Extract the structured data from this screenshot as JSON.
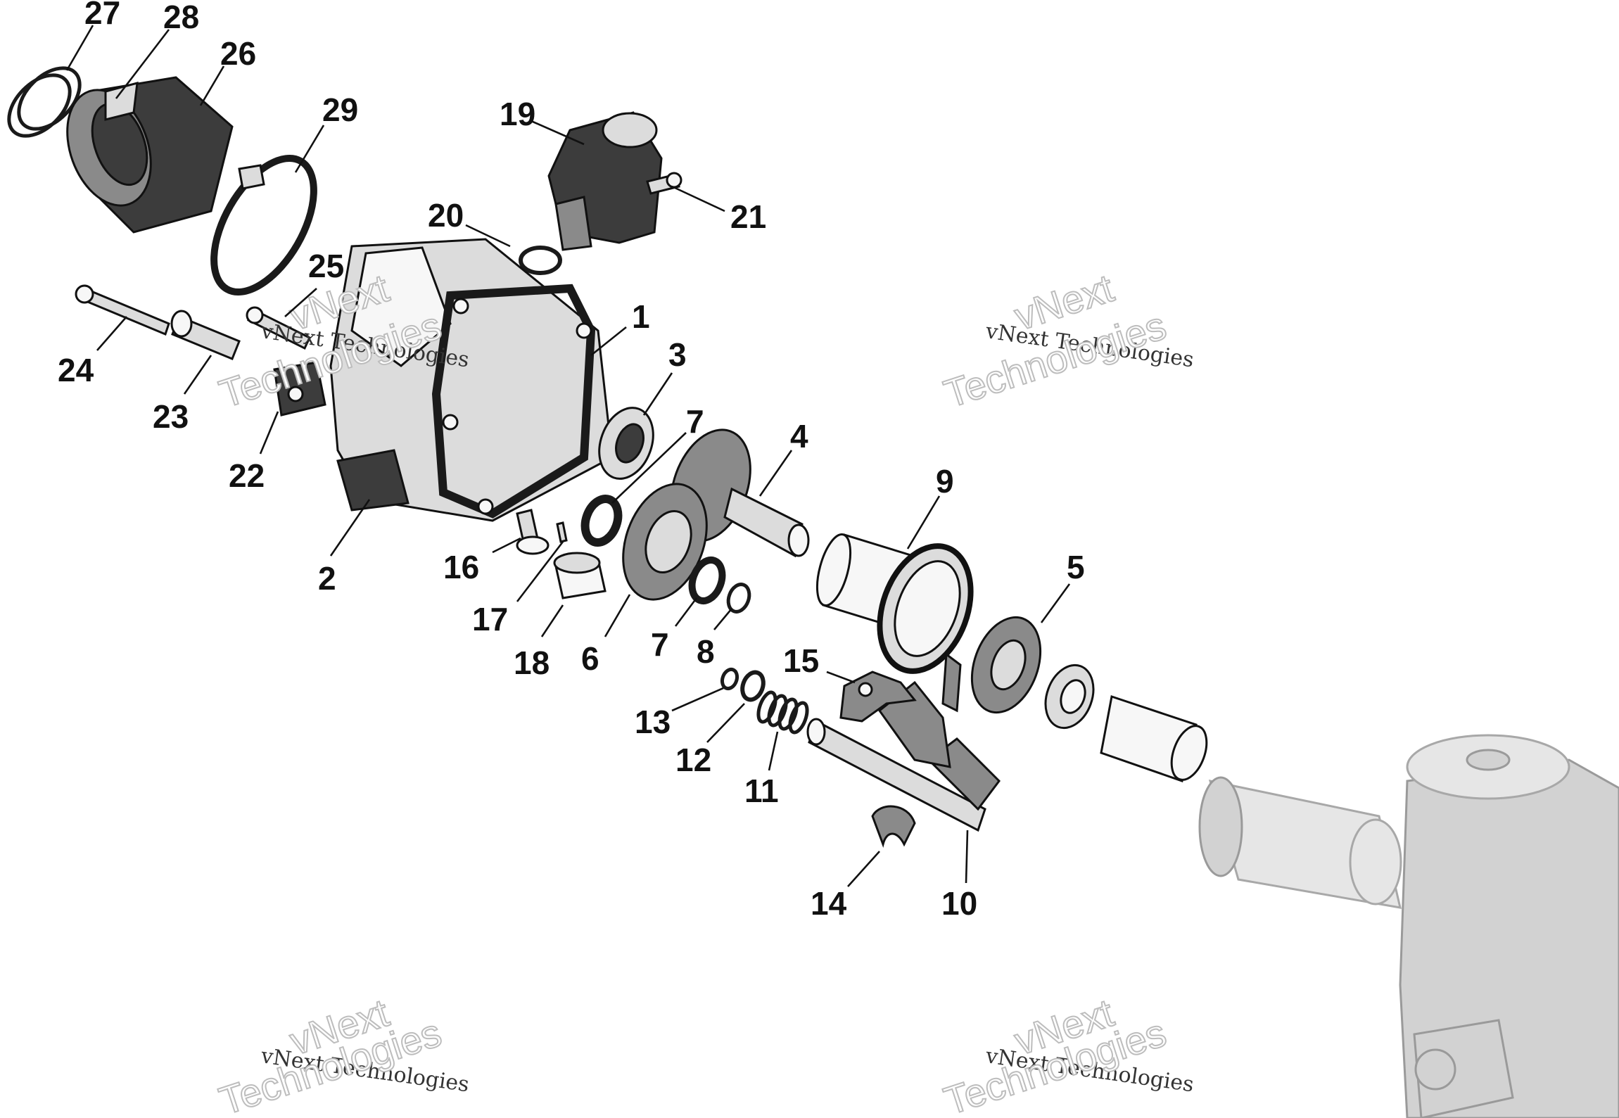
{
  "callouts": [
    {
      "id": "1",
      "label": "1"
    },
    {
      "id": "2",
      "label": "2"
    },
    {
      "id": "3",
      "label": "3"
    },
    {
      "id": "4",
      "label": "4"
    },
    {
      "id": "5",
      "label": "5"
    },
    {
      "id": "6",
      "label": "6"
    },
    {
      "id": "7a",
      "label": "7"
    },
    {
      "id": "7b",
      "label": "7"
    },
    {
      "id": "8",
      "label": "8"
    },
    {
      "id": "9",
      "label": "9"
    },
    {
      "id": "10",
      "label": "10"
    },
    {
      "id": "11",
      "label": "11"
    },
    {
      "id": "12",
      "label": "12"
    },
    {
      "id": "13",
      "label": "13"
    },
    {
      "id": "14",
      "label": "14"
    },
    {
      "id": "15",
      "label": "15"
    },
    {
      "id": "16",
      "label": "16"
    },
    {
      "id": "17",
      "label": "17"
    },
    {
      "id": "18",
      "label": "18"
    },
    {
      "id": "19",
      "label": "19"
    },
    {
      "id": "20",
      "label": "20"
    },
    {
      "id": "21",
      "label": "21"
    },
    {
      "id": "22",
      "label": "22"
    },
    {
      "id": "23",
      "label": "23"
    },
    {
      "id": "24",
      "label": "24"
    },
    {
      "id": "25",
      "label": "25"
    },
    {
      "id": "26",
      "label": "26"
    },
    {
      "id": "27",
      "label": "27"
    },
    {
      "id": "28",
      "label": "28"
    },
    {
      "id": "29",
      "label": "29"
    }
  ],
  "watermark": {
    "brand": "vNext",
    "line": "vNext Technologies",
    "word": "Technologies"
  }
}
